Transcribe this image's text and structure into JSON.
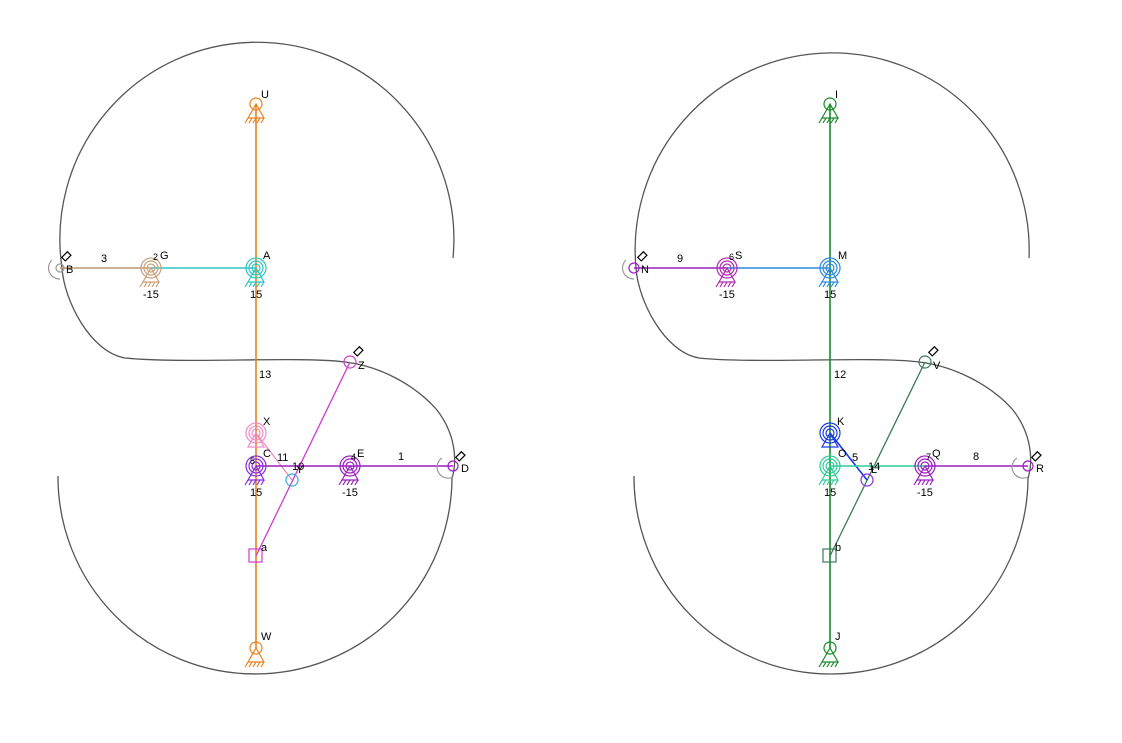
{
  "colors": {
    "curve": "#555555",
    "orange": "#e8821e",
    "cyan": "#2ec4c4",
    "tan": "#c8a27a",
    "gray": "#999999",
    "magenta": "#d03ad0",
    "purple": "#9b1fc0",
    "violet": "#8a2be2",
    "pink": "#f08cc8",
    "skyblue": "#35a8d8",
    "green": "#1a8a2a",
    "blue": "#1a3ae8",
    "teal": "#2ecc9a",
    "slategreen": "#3a7a5a",
    "linkblue": "#2a8ae0"
  },
  "mechanisms": [
    {
      "id": "left",
      "joint_labels": [
        "U",
        "A",
        "G",
        "B",
        "Z",
        "X",
        "C",
        "Y",
        "E",
        "D",
        "a",
        "W"
      ],
      "link_labels": [
        "3",
        "13",
        "11",
        "10",
        "1"
      ],
      "angle_labels": [
        "-15",
        "15",
        "15",
        "-15"
      ],
      "small_numbers": [
        "2",
        "4",
        "5"
      ]
    },
    {
      "id": "right",
      "joint_labels": [
        "I",
        "M",
        "S",
        "N",
        "V",
        "K",
        "O",
        "L",
        "Q",
        "R",
        "b",
        "J"
      ],
      "link_labels": [
        "9",
        "12",
        "5",
        "14",
        "8"
      ],
      "angle_labels": [
        "-15",
        "15",
        "15",
        "-15"
      ],
      "small_numbers": [
        "6",
        "7"
      ]
    }
  ]
}
